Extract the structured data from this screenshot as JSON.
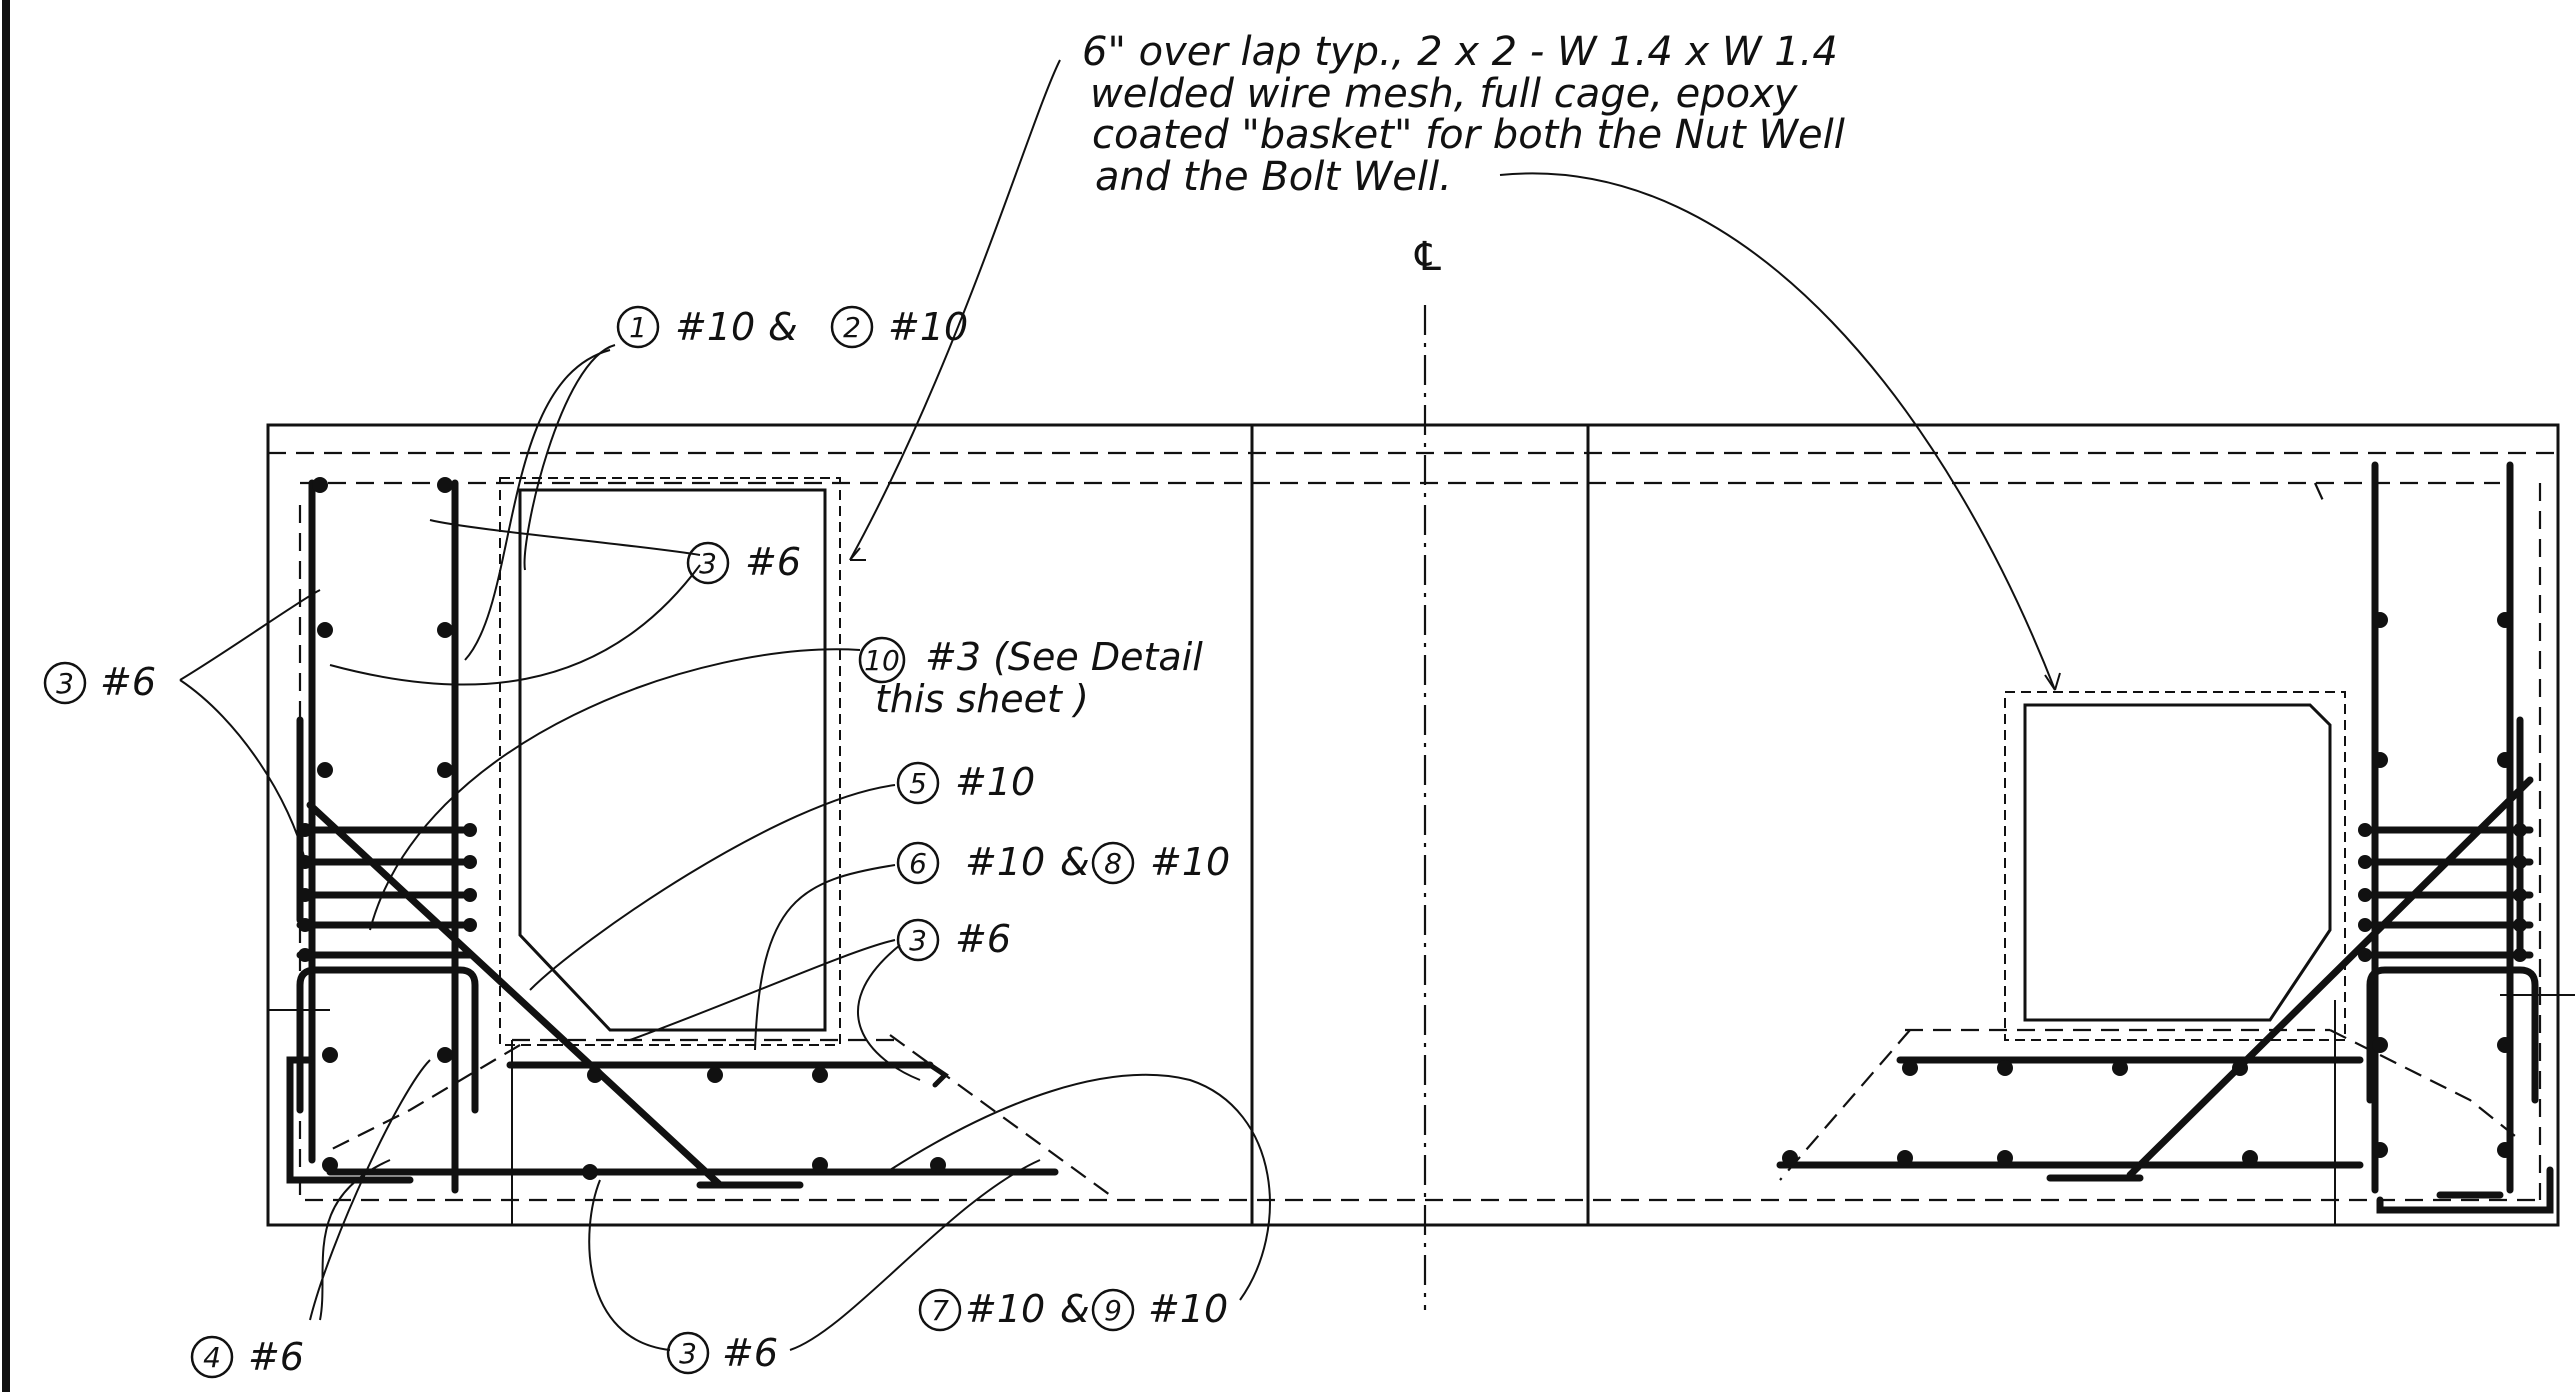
{
  "labels": {
    "mesh_note_line1": "6\" over lap typ., 2 x 2 - W 1.4 x W 1.4",
    "mesh_note_line2": "welded wire mesh, full cage, epoxy",
    "mesh_note_line3": "coated \"basket\" for both the Nut Well",
    "mesh_note_line4": "and the Bolt Well.",
    "centerline": "℄",
    "callout_1_2": {
      "n1": "1",
      "s1": "#10",
      "amp": "&",
      "n2": "2",
      "s2": "#10"
    },
    "callout_3_a": {
      "n": "3",
      "s": "#6"
    },
    "callout_3_left": {
      "n": "3",
      "s": "#6"
    },
    "callout_10": {
      "n": "10",
      "s": "#3 (See Detail",
      "s2": "this sheet )"
    },
    "callout_5": {
      "n": "5",
      "s": "#10"
    },
    "callout_6_8": {
      "n1": "6",
      "s1": "#10",
      "amp": "&",
      "n2": "8",
      "s2": "#10"
    },
    "callout_3_b": {
      "n": "3",
      "s": "#6"
    },
    "callout_4": {
      "n": "4",
      "s": "#6"
    },
    "callout_3_c": {
      "n": "3",
      "s": "#6"
    },
    "callout_7_9": {
      "n1": "7",
      "s1": "#10",
      "amp": "&",
      "n2": "9",
      "s2": "#10"
    }
  },
  "colors": {
    "ink": "#111111",
    "paper": "#ffffff"
  }
}
